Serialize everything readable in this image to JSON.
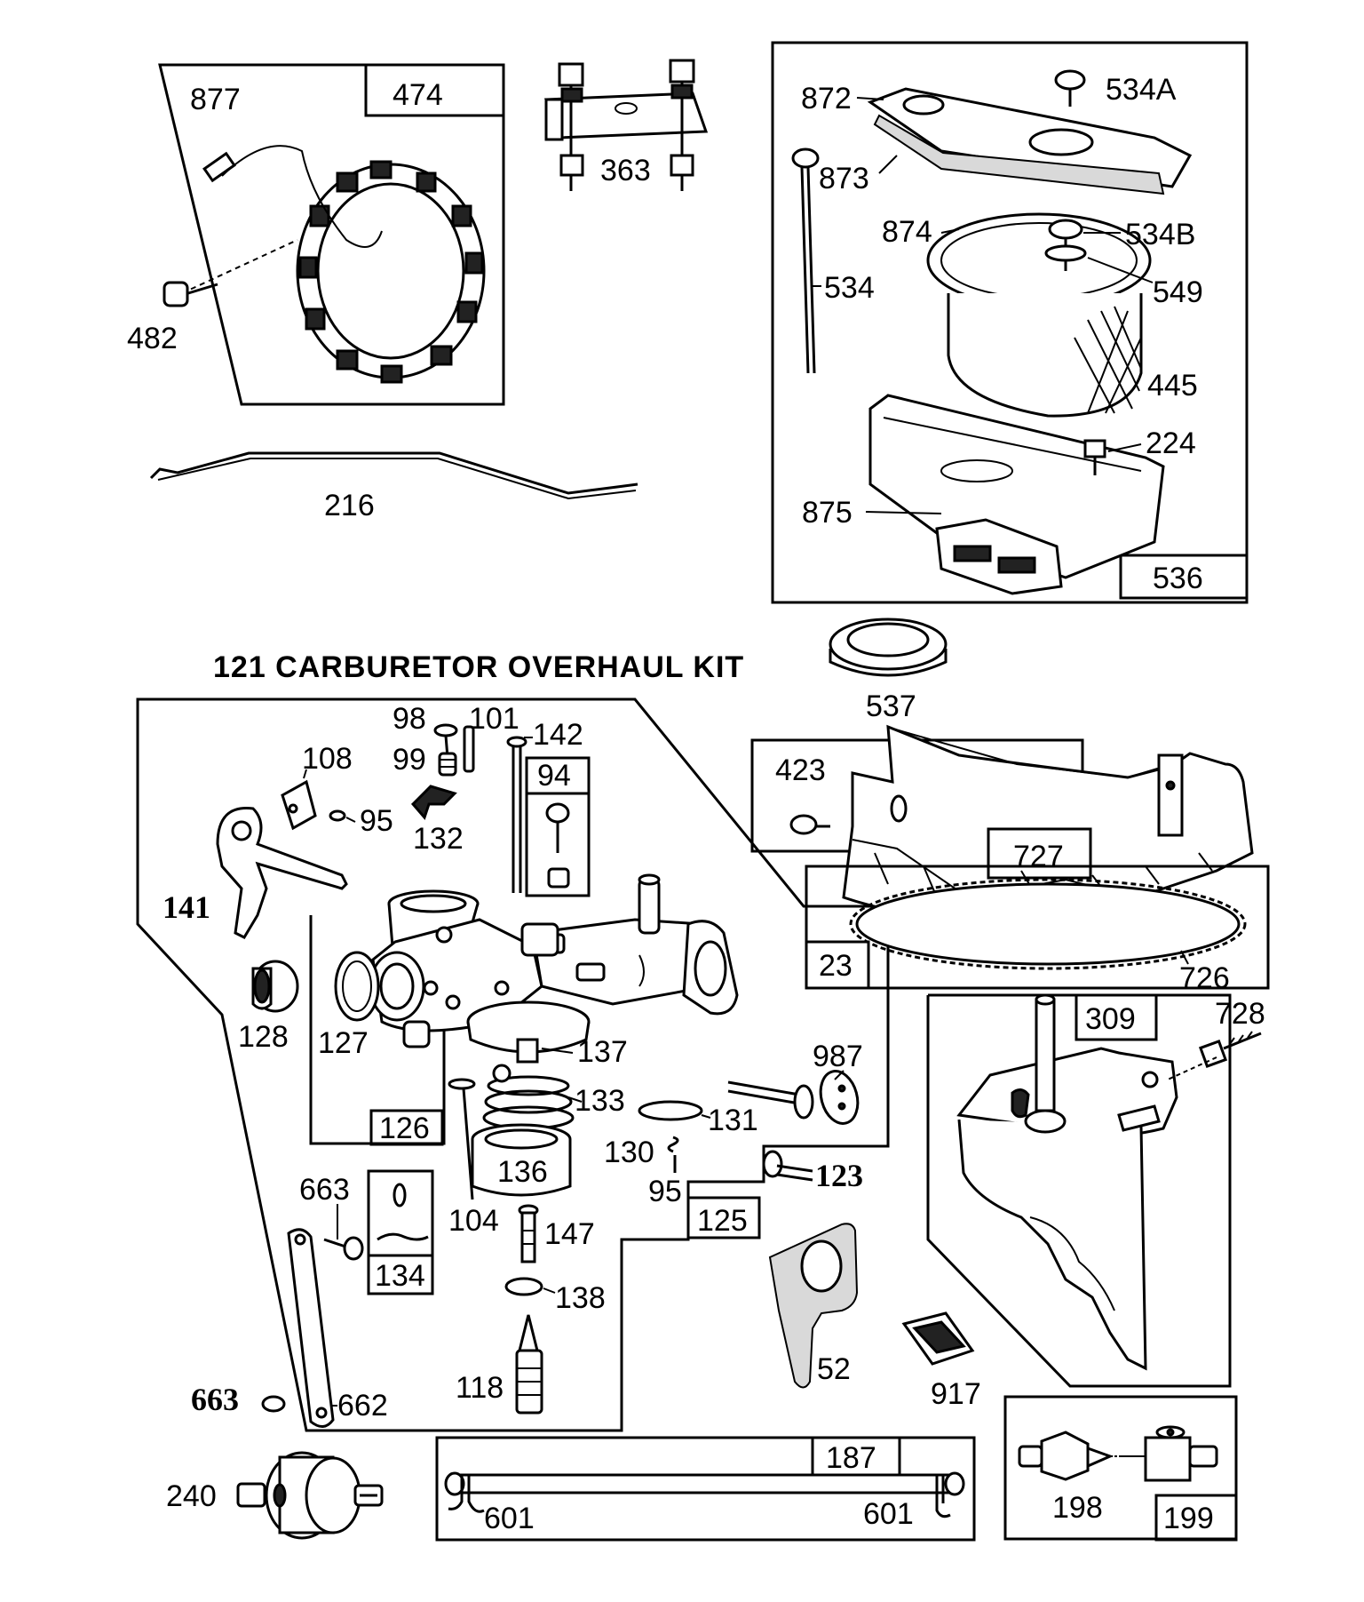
{
  "title": "121 CARBURETOR OVERHAUL KIT",
  "labels": {
    "p877": "877",
    "p474": "474",
    "p482": "482",
    "p363": "363",
    "p216": "216",
    "p872": "872",
    "p534A": "534A",
    "p873": "873",
    "p874": "874",
    "p534B": "534B",
    "p534": "534",
    "p549": "549",
    "p445": "445",
    "p224": "224",
    "p875": "875",
    "p536": "536",
    "p537": "537",
    "p98": "98",
    "p101": "101",
    "p142": "142",
    "p99": "99",
    "p108": "108",
    "p94": "94",
    "p95a": "95",
    "p132": "132",
    "p141": "141",
    "p423": "423",
    "p727": "727",
    "p23": "23",
    "p726": "726",
    "p128": "128",
    "p127": "127",
    "p137": "137",
    "p987": "987",
    "p133": "133",
    "p131": "131",
    "p126": "126",
    "p130": "130",
    "p136": "136",
    "p95b": "95",
    "p123": "123",
    "p309": "309",
    "p728": "728",
    "p663a": "663",
    "p104": "104",
    "p147": "147",
    "p125": "125",
    "p134": "134",
    "p138": "138",
    "p52": "52",
    "p917": "917",
    "p118": "118",
    "p663b": "663",
    "p662": "662",
    "p240": "240",
    "p187": "187",
    "p601a": "601",
    "p601b": "601",
    "p198": "198",
    "p199": "199"
  }
}
